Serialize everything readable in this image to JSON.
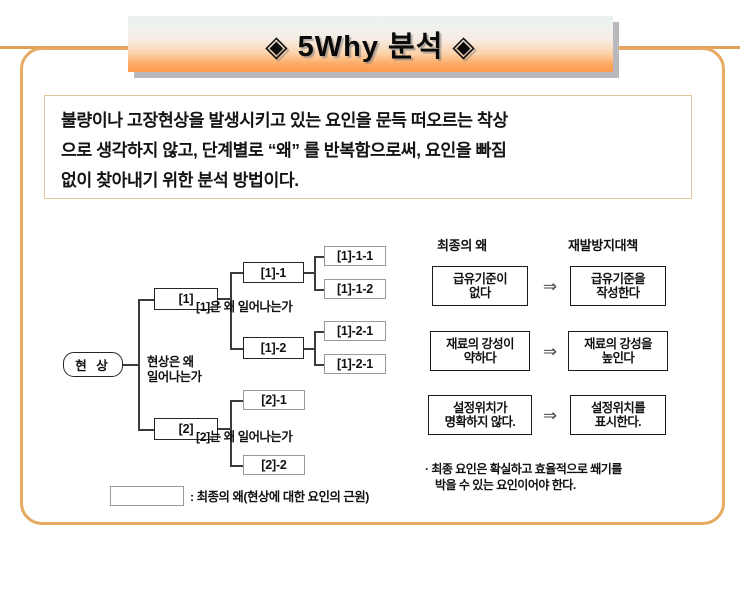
{
  "header": {
    "title": "◈  5Why 분석  ◈",
    "diamond_icon": "◈"
  },
  "description": {
    "lines": [
      "불량이나 고장현상을 발생시키고 있는 요인을 문득 떠오르는 착상",
      "으로 생각하지 않고, 단계별로    “왜” 를 반복함으로써, 요인을 빠짐",
      "없이 찾아내기 위한 분석 방법이다."
    ]
  },
  "tree": {
    "root": "현 상",
    "root_question": "현상은 왜\n일어나는가",
    "root_question_line1": "현상은 왜",
    "root_question_line2": "일어나는가",
    "branch1": {
      "label": "[1]",
      "question": "[1]은 왜 일어나는가",
      "children": [
        {
          "label": "[1]-1",
          "leaves": [
            "[1]-1-1",
            "[1]-1-2"
          ]
        },
        {
          "label": "[1]-2",
          "leaves": [
            "[1]-2-1",
            "[1]-2-1"
          ]
        }
      ]
    },
    "branch2": {
      "label": "[2]",
      "question": "[2]는 왜 일어나는가",
      "leaves": [
        "[2]-1",
        "[2]-2"
      ]
    },
    "legend": {
      "swatch_label": "",
      "text": ": 최종의 왜(현상에 대한 요인의 근원)"
    }
  },
  "actions": {
    "col_cause": "최종의 왜",
    "col_action": "재발방지대책",
    "arrow_icon": "⇒",
    "rows": [
      {
        "cause_l1": "급유기준이",
        "cause_l2": "없다",
        "action_l1": "급유기준을",
        "action_l2": "작성한다"
      },
      {
        "cause_l1": "재료의 강성이",
        "cause_l2": "약하다",
        "action_l1": "재료의 강성을",
        "action_l2": "높인다"
      },
      {
        "cause_l1": "설정위치가",
        "cause_l2": "명확하지 않다.",
        "action_l1": "설정위치를",
        "action_l2": "표시한다."
      }
    ],
    "footnote_l1": "· 최종 요인은 확실하고 효율적으로 쐐기를",
    "footnote_l2": "박을 수 있는 요인이어야 한다."
  },
  "colors": {
    "accent_orange": "#e8a961",
    "banner_orange": "#fb9a4c",
    "shadow_gray": "#b9b9bd",
    "node_border": "#262626",
    "leaf_border": "#9a9a9a"
  }
}
